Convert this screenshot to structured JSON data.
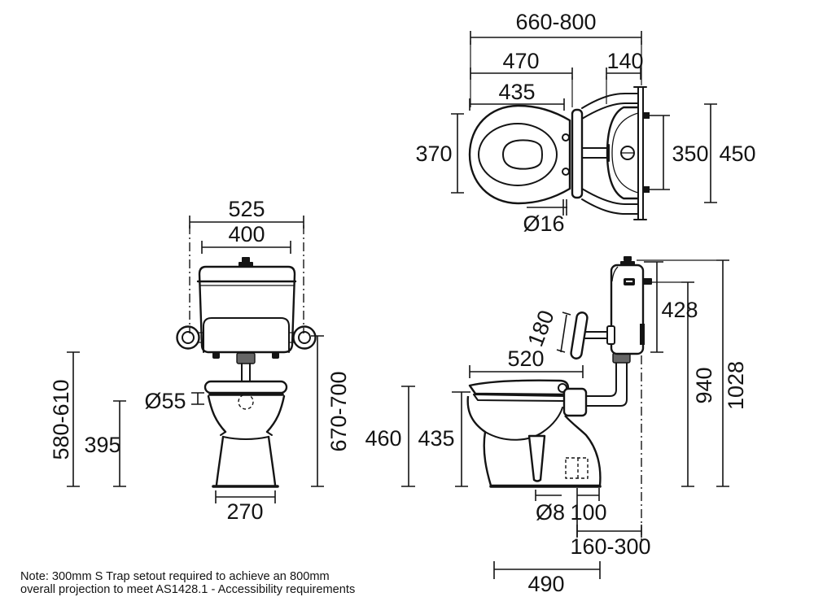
{
  "note": {
    "line1": "Note: 300mm S Trap setout required to achieve an 800mm",
    "line2": "overall projection to meet AS1428.1 - Accessibility requirements"
  },
  "colors": {
    "ink": "#141414",
    "background": "#ffffff"
  },
  "views": {
    "top": {
      "dims": {
        "overall_depth": "660-800",
        "seat_to_wall": "470",
        "seat_length": "435",
        "cistern_depth": "140",
        "seat_width": "370",
        "bolt_centres": "350",
        "bracket_height": "450",
        "hinge_pin_dia": "Ø16"
      }
    },
    "front": {
      "dims": {
        "overall_width": "525",
        "cistern_width": "400",
        "seat_ring_dia": "Ø55",
        "bowl_height": "395",
        "height_range_low": "580-610",
        "height_range_high": "670-700",
        "base_width": "270"
      }
    },
    "side": {
      "dims": {
        "cistern_height": "428",
        "flush_lever_length": "180",
        "seat_depth": "520",
        "seat_height": "460",
        "pan_height": "435",
        "inlet_height": "940",
        "overall_height": "1028",
        "fixing_hole_dia": "Ø8",
        "outlet_offset": "100",
        "setout_range": "160-300",
        "pan_projection": "490"
      }
    }
  }
}
